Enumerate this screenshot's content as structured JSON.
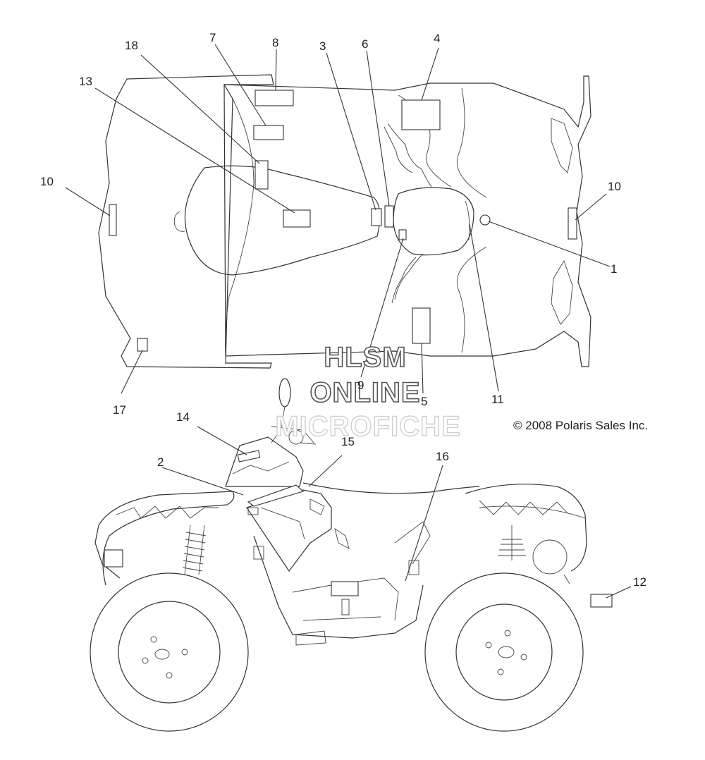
{
  "callouts": {
    "c1": "1",
    "c2": "2",
    "c3": "3",
    "c4": "4",
    "c5": "5",
    "c6": "6",
    "c7": "7",
    "c8": "8",
    "c9": "9",
    "c10_left": "10",
    "c10_right": "10",
    "c11": "11",
    "c12": "12",
    "c13": "13",
    "c14": "14",
    "c15": "15",
    "c16": "16",
    "c17": "17",
    "c18": "18"
  },
  "copyright": "© 2008 Polaris Sales Inc.",
  "watermark": {
    "line1": "HLSM",
    "line2": "ONLINE",
    "line3": "MICROFICHE"
  }
}
